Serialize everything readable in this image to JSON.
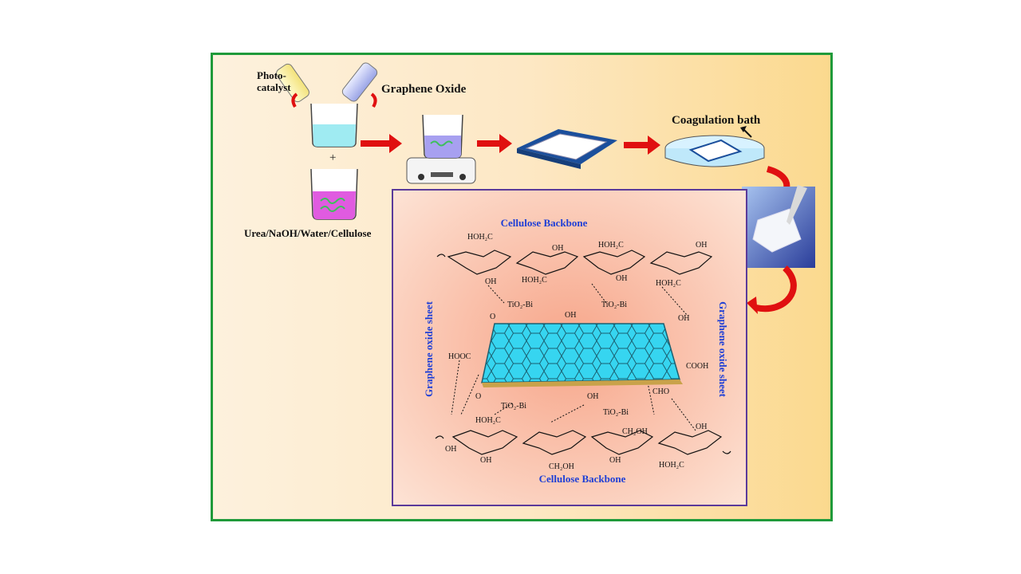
{
  "labels": {
    "photocatalyst_line1": "Photo-",
    "photocatalyst_line2": "catalyst",
    "graphene_oxide": "Graphene Oxide",
    "plus": "+",
    "solvent": "Urea/NaOH/Water/Cellulose",
    "coagulation_bath": "Coagulation bath"
  },
  "structure": {
    "top_backbone": "Cellulose Backbone",
    "bottom_backbone": "Cellulose Backbone",
    "left_sheet": "Graphene oxide sheet",
    "right_sheet": "Graphene oxide sheet",
    "tio2_1": "TiO₂-Bi",
    "tio2_2": "TiO₂-Bi",
    "tio2_3": "TiO₂-Bi",
    "tio2_4": "TiO₂-Bi",
    "hooc": "HOOC",
    "cooh": "COOH",
    "cho": "CHO",
    "ho2c_top_left": "HOH₂C",
    "ho2c_top_mid": "HOH₂C",
    "ho2c_top_low": "HOH₂C",
    "ho2c_bottom_left": "HOH₂C",
    "ho2c_bottom_right": "HOH₂C",
    "ch2oh_bottom_top": "CH₂OH",
    "ch2oh_bottom_low": "CH₂OH",
    "oh": "OH",
    "o": "O"
  },
  "colors": {
    "frame_border": "#1f9a3a",
    "arrow_red": "#e01010",
    "panel_border": "#5a3a9a",
    "sheet_cyan": "#36d5f0",
    "label_blue": "#1e3fd6"
  }
}
